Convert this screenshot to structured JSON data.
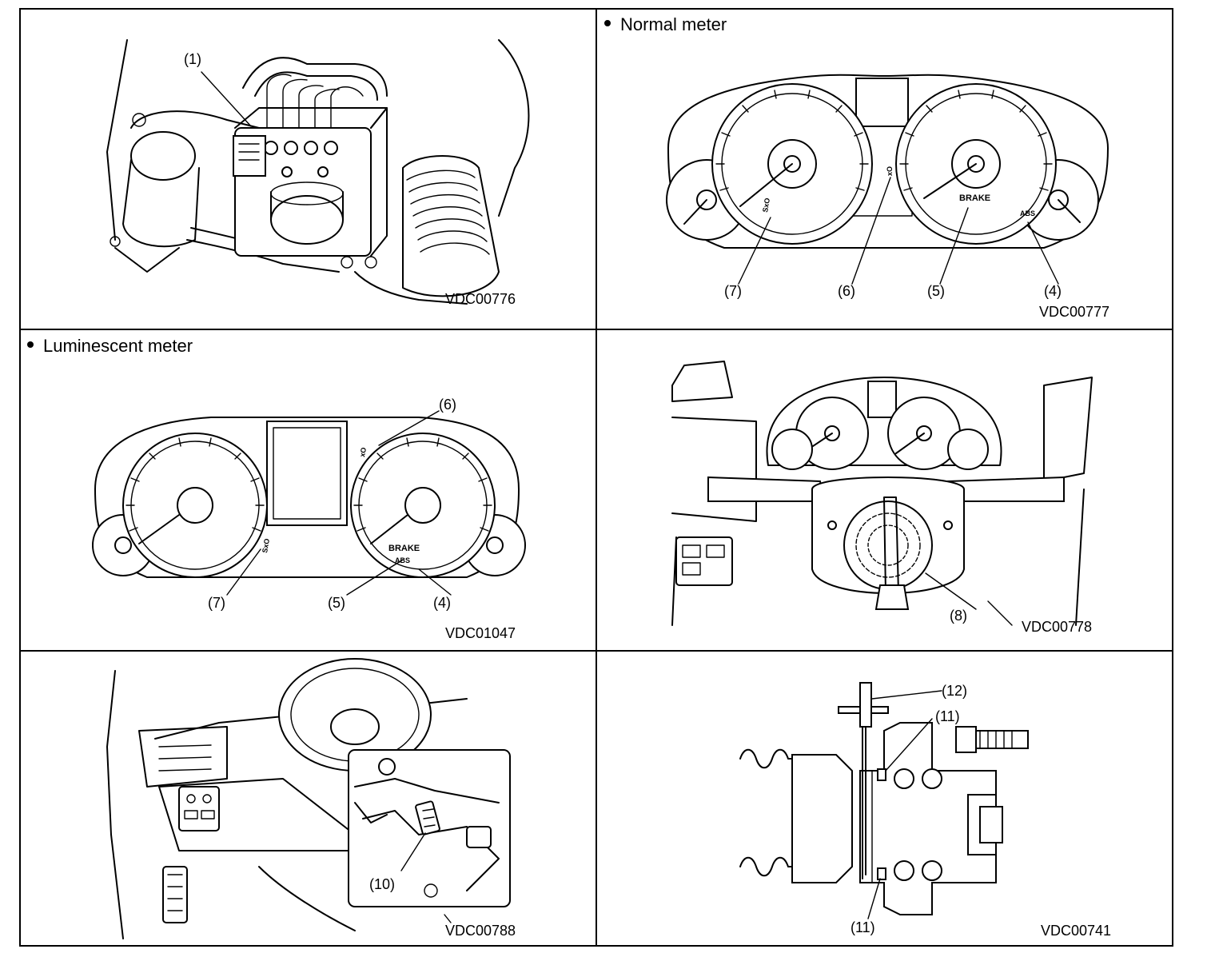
{
  "panels": {
    "hydraulic_unit": {
      "code": "VDC00776",
      "callouts": [
        "(1)"
      ]
    },
    "normal_meter": {
      "title": "Normal meter",
      "code": "VDC00777",
      "callouts": [
        "(7)",
        "(6)",
        "(5)",
        "(4)"
      ],
      "gauge_labels": {
        "brake": "BRAKE",
        "abs": "ABS"
      }
    },
    "luminescent_meter": {
      "title": "Luminescent meter",
      "code": "VDC01047",
      "callouts": [
        "(6)",
        "(7)",
        "(5)",
        "(4)"
      ],
      "gauge_labels": {
        "brake": "BRAKE",
        "abs": "ABS"
      }
    },
    "steering_sensor": {
      "code": "VDC00778",
      "callouts": [
        "(8)"
      ]
    },
    "data_link_connector": {
      "code": "VDC00788",
      "callouts": [
        "(10)"
      ]
    },
    "wheel_speed_sensor": {
      "code": "VDC00741",
      "callouts": [
        "(12)",
        "(11)",
        "(11)"
      ]
    }
  }
}
